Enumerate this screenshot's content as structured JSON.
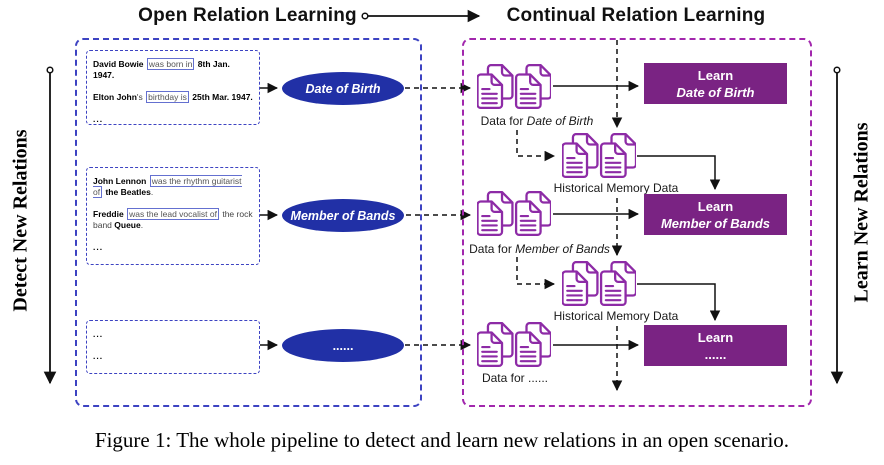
{
  "header": {
    "left_title": "Open Relation Learning",
    "right_title": "Continual Relation Learning"
  },
  "side_labels": {
    "left": "Detect New Relations",
    "right": "Learn New Relations"
  },
  "colors": {
    "relation_ellipse": "#2130a6",
    "learn_box": "#7a2383",
    "doc_icon": "#8d2ba6",
    "left_panel_border": "#3d43c2",
    "right_panel_border": "#a227ad",
    "entity_tag_border": "#6470d0"
  },
  "left_panel": {
    "sentence_box_1": {
      "s1_subject": "David Bowie",
      "s1_relation_phrase": "was born in",
      "s1_object": "8th Jan. 1947.",
      "s2_subject": "Elton John",
      "s2_possessive": "'s",
      "s2_relation_phrase": "birthday is",
      "s2_object": "25th Mar. 1947.",
      "ellipsis": "..."
    },
    "sentence_box_2": {
      "s1_subject": "John Lennon",
      "s1_relation_phrase": "was the rhythm guitarist of",
      "s1_object": "the Beatles",
      "s1_period": ".",
      "s2_subject": "Freddie",
      "s2_relation_phrase": "was the lead vocalist of",
      "s2_mid": "the rock band ",
      "s2_object": "Queue",
      "s2_period": ".",
      "ellipsis": "..."
    },
    "sentence_box_3": {
      "ellipsis_1": "...",
      "ellipsis_2": "..."
    },
    "relations": [
      {
        "label": "Date of Birth"
      },
      {
        "label": "Member of Bands"
      },
      {
        "label": "......"
      }
    ]
  },
  "right_panel": {
    "data_groups": [
      {
        "label_prefix": "Data for ",
        "label_relation": "Date of Birth"
      },
      {
        "label_prefix": "Data for ",
        "label_relation": "Member of Bands"
      },
      {
        "label_prefix": "Data for ",
        "label_relation": "......"
      }
    ],
    "memory_groups": [
      {
        "label": "Historical Memory Data"
      },
      {
        "label": "Historical Memory Data"
      }
    ],
    "learn_boxes": [
      {
        "action": "Learn",
        "relation": "Date of Birth"
      },
      {
        "action": "Learn",
        "relation": "Member of Bands"
      },
      {
        "action": "Learn",
        "relation": "......"
      }
    ]
  },
  "caption": "Figure 1: The whole pipeline to detect and learn new relations in an open scenario."
}
